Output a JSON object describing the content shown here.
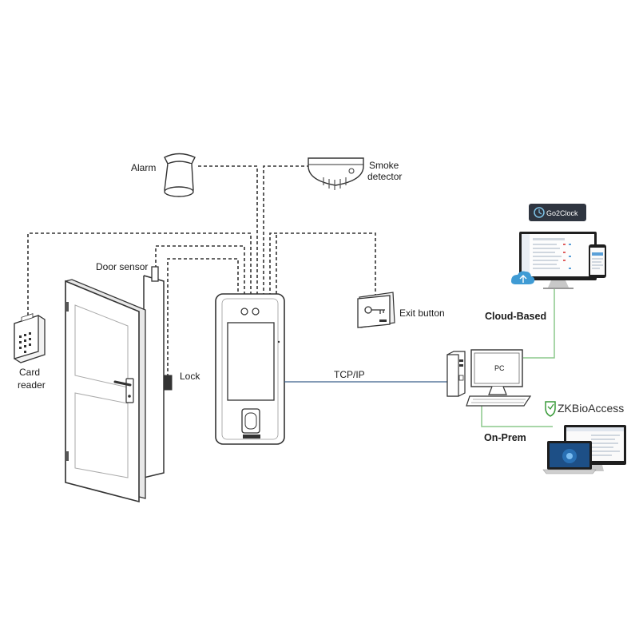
{
  "labels": {
    "alarm": "Alarm",
    "smoke_line1": "Smoke",
    "smoke_line2": "detector",
    "door_sensor": "Door sensor",
    "card_line1": "Card",
    "card_line2": "reader",
    "lock": "Lock",
    "exit_button": "Exit button",
    "tcp_ip": "TCP/IP",
    "pc": "PC",
    "cloud_based": "Cloud-Based",
    "on_prem": "On-Prem",
    "go2clock": "Go2Clock",
    "zkbioaccess": "ZKBioAccess"
  },
  "colors": {
    "line": "#333333",
    "tcp_line": "#3b5f8a",
    "green_link": "#8cc98c",
    "zk_green": "#3a9b3a"
  }
}
